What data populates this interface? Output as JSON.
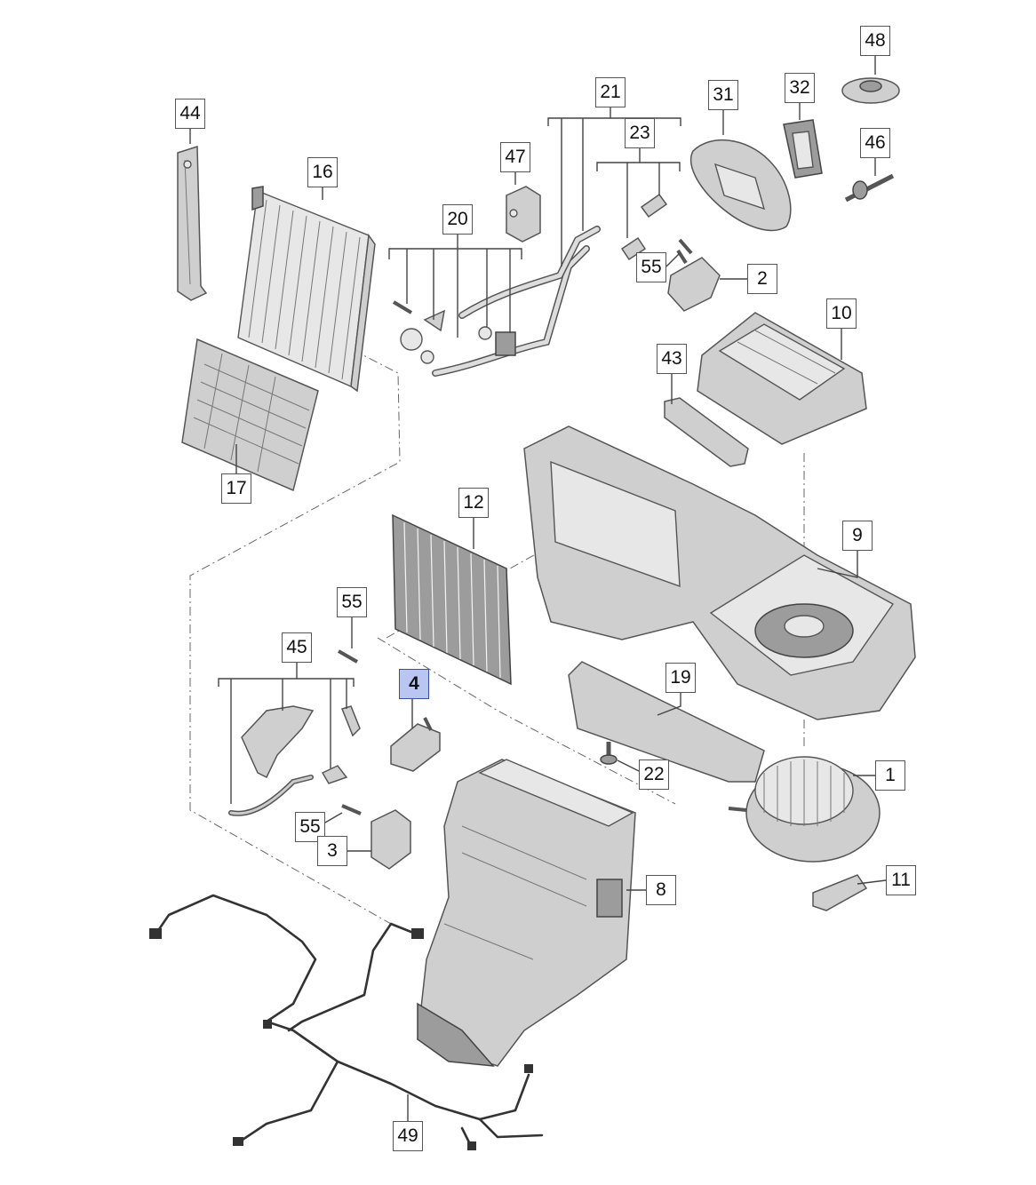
{
  "callouts": {
    "c44": "44",
    "c16": "16",
    "c20": "20",
    "c21": "21",
    "c23": "23",
    "c47": "47",
    "c31": "31",
    "c32": "32",
    "c48": "48",
    "c46": "46",
    "c55a": "55",
    "c2": "2",
    "c10": "10",
    "c43": "43",
    "c17": "17",
    "c12": "12",
    "c9": "9",
    "c55b": "55",
    "c45": "45",
    "c4": "4",
    "c19": "19",
    "c22": "22",
    "c1": "1",
    "c55c": "55",
    "c3": "3",
    "c8": "8",
    "c11": "11",
    "c49": "49"
  },
  "highlight": {
    "part": "4",
    "color": "#b9c6f2"
  }
}
